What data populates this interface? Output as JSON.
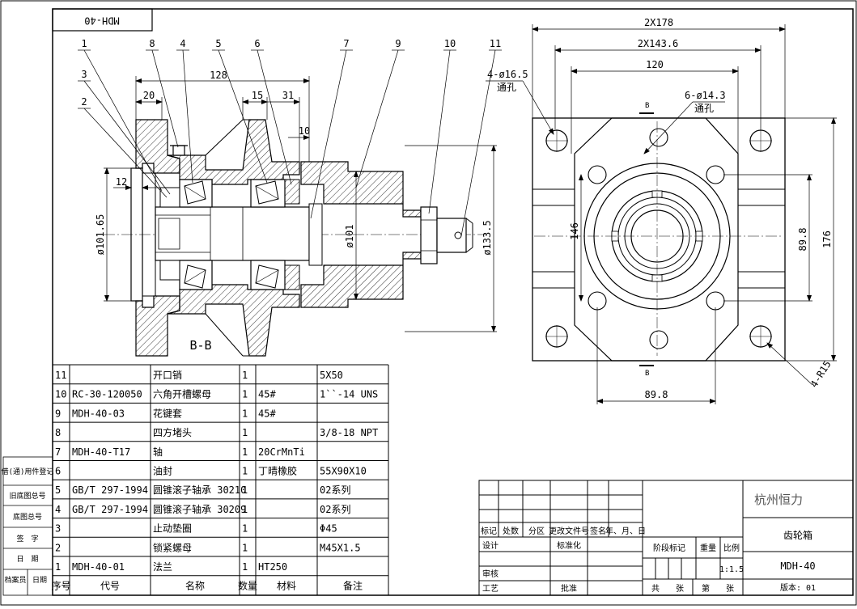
{
  "drawing_code": "MDH-40",
  "section_label": "B-B",
  "balloons": [
    "1",
    "2",
    "3",
    "4",
    "5",
    "6",
    "7",
    "8",
    "9",
    "10",
    "11"
  ],
  "dims_left": {
    "d128": "128",
    "d20": "20",
    "d15": "15",
    "d31": "31",
    "d10": "10",
    "d12": "12",
    "dia101_65": "ø101.65",
    "dia101": "ø101",
    "dia133_5": "ø133.5"
  },
  "dims_right": {
    "d2x178": "2X178",
    "d2x143_6": "2X143.6",
    "d120": "120",
    "holes_4": "4-ø16.5",
    "holes_4_note": "通孔",
    "holes_6": "6-ø14.3",
    "holes_6_note": "通孔",
    "d146": "146",
    "d89_8v": "89.8",
    "d176": "176",
    "d89_8h": "89.8",
    "r15": "4-R15",
    "view_mark": "B"
  },
  "bom": {
    "headers": [
      "序号",
      "代号",
      "名称",
      "数量",
      "材料",
      "备注"
    ],
    "rows": [
      [
        "11",
        "",
        "开口销",
        "1",
        "",
        "5X50"
      ],
      [
        "10",
        "RC-30-120050",
        "六角开槽螺母",
        "1",
        "45#",
        "1``-14 UNS"
      ],
      [
        "9",
        "MDH-40-03",
        "花键套",
        "1",
        "45#",
        ""
      ],
      [
        "8",
        "",
        "四方堵头",
        "1",
        "",
        "3/8-18 NPT"
      ],
      [
        "7",
        "MDH-40-T17",
        "轴",
        "1",
        "20CrMnTi",
        ""
      ],
      [
        "6",
        "",
        "油封",
        "1",
        "丁晴橡胶",
        "55X90X10"
      ],
      [
        "5",
        "GB/T 297-1994",
        "圆锥滚子轴承 30210",
        "1",
        "",
        "02系列"
      ],
      [
        "4",
        "GB/T 297-1994",
        "圆锥滚子轴承 30209",
        "1",
        "",
        "02系列"
      ],
      [
        "3",
        "",
        "止动垫圈",
        "1",
        "",
        "Φ45"
      ],
      [
        "2",
        "",
        "锁紧螺母",
        "1",
        "",
        "M45X1.5"
      ],
      [
        "1",
        "MDH-40-01",
        "法兰",
        "1",
        "HT250",
        ""
      ]
    ]
  },
  "side_labels": [
    "借(通)用件登记",
    "旧底图总号",
    "底图总号",
    "签　字",
    "日　期",
    "档案员",
    "日期"
  ],
  "title_block": {
    "company": "杭州恒力",
    "part_name": "齿轮箱",
    "drawing_no": "MDH-40",
    "version": "版本: 01",
    "scale": "1:1.5",
    "rev_headers": [
      "标记",
      "处数",
      "分区",
      "更改文件号",
      "签名",
      "年、月、日"
    ],
    "design": "设计",
    "standardize": "标准化",
    "review": "审核",
    "process": "工艺",
    "approve": "批准",
    "stage_mark": "阶段标记",
    "weight": "重量",
    "ratio": "比例",
    "sheet_total": "共　　张",
    "sheet_no": "第　　张"
  }
}
